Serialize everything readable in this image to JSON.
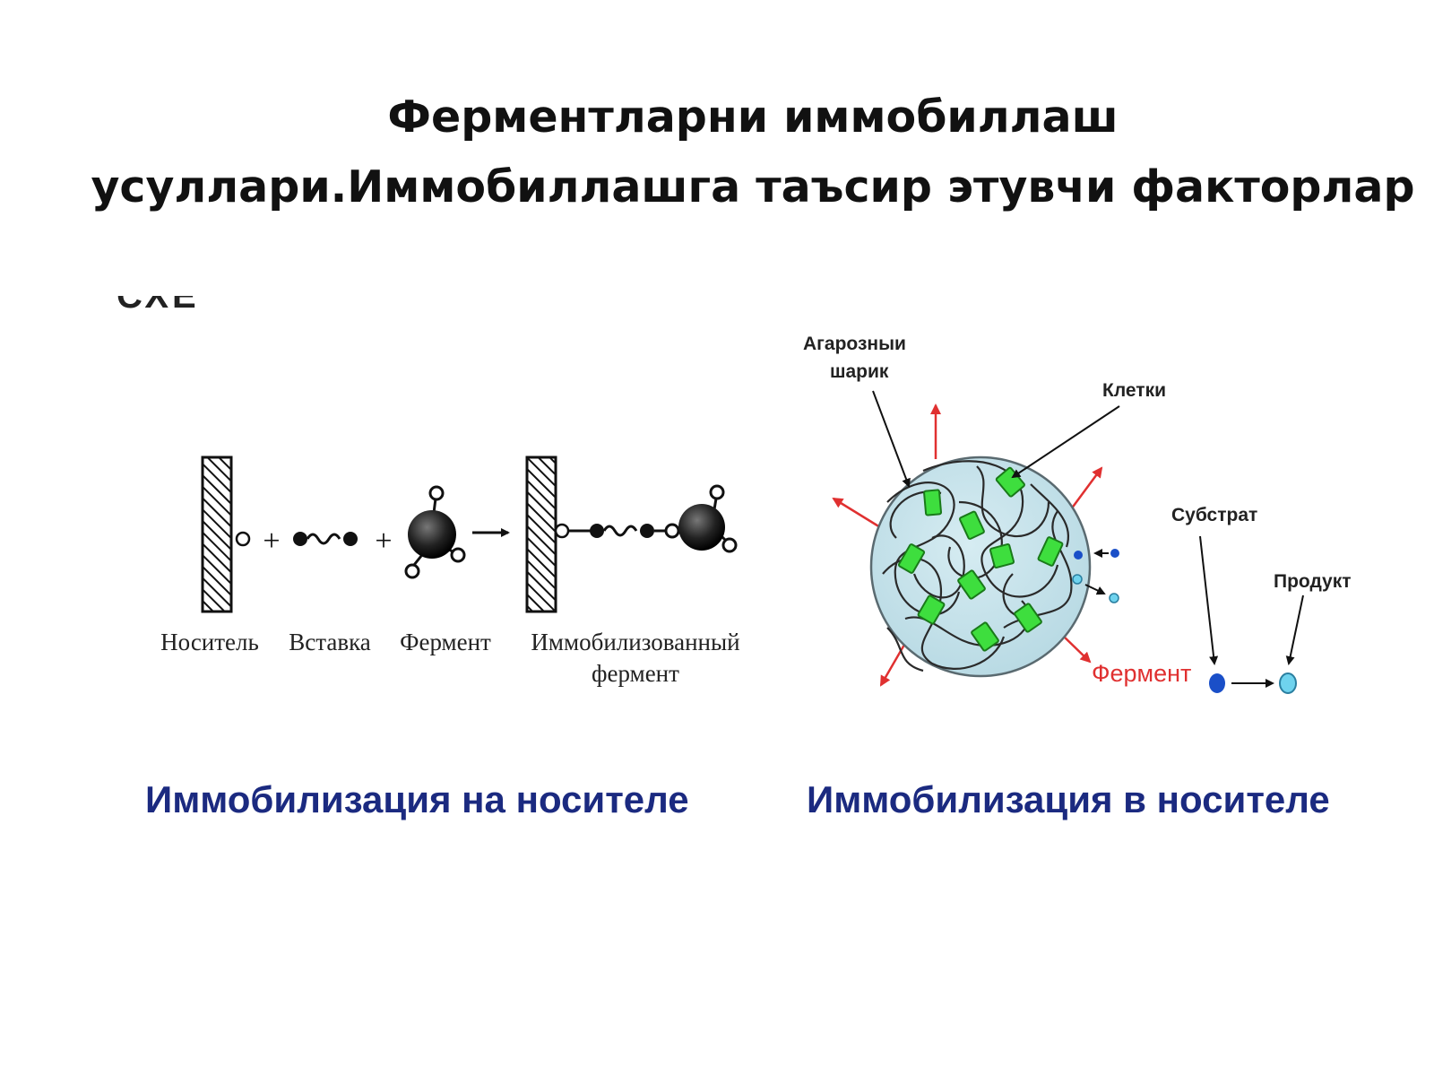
{
  "slide": {
    "title_line1": "Ферментларни иммобиллаш",
    "title_line2": "усуллари.Иммобиллашга таъсир этувчи факторлар",
    "cut_text": "СХЕ"
  },
  "left_diagram": {
    "labels": {
      "carrier": "Носитель",
      "insert": "Вставка",
      "enzyme": "Фермент",
      "immobilized_line1": "Иммобилизованный",
      "immobilized_line2": "фермент"
    },
    "plus": "+",
    "caption": "Иммобилизация на носителе"
  },
  "right_diagram": {
    "labels": {
      "bead_line1": "Агарозныи",
      "bead_line2": "шарик",
      "cells": "Клетки",
      "substrate": "Субстрат",
      "product": "Продукт",
      "enzyme": "Фермент"
    },
    "caption": "Иммобилизация в носителе"
  },
  "colors": {
    "title": "#111111",
    "caption": "#1b2a80",
    "bead_fill": "#c4e2ea",
    "cell_green": "#3ede3e",
    "arrow_red": "#e03030",
    "substrate_blue": "#1a4fc8",
    "product_cyan": "#6fd3ee"
  }
}
